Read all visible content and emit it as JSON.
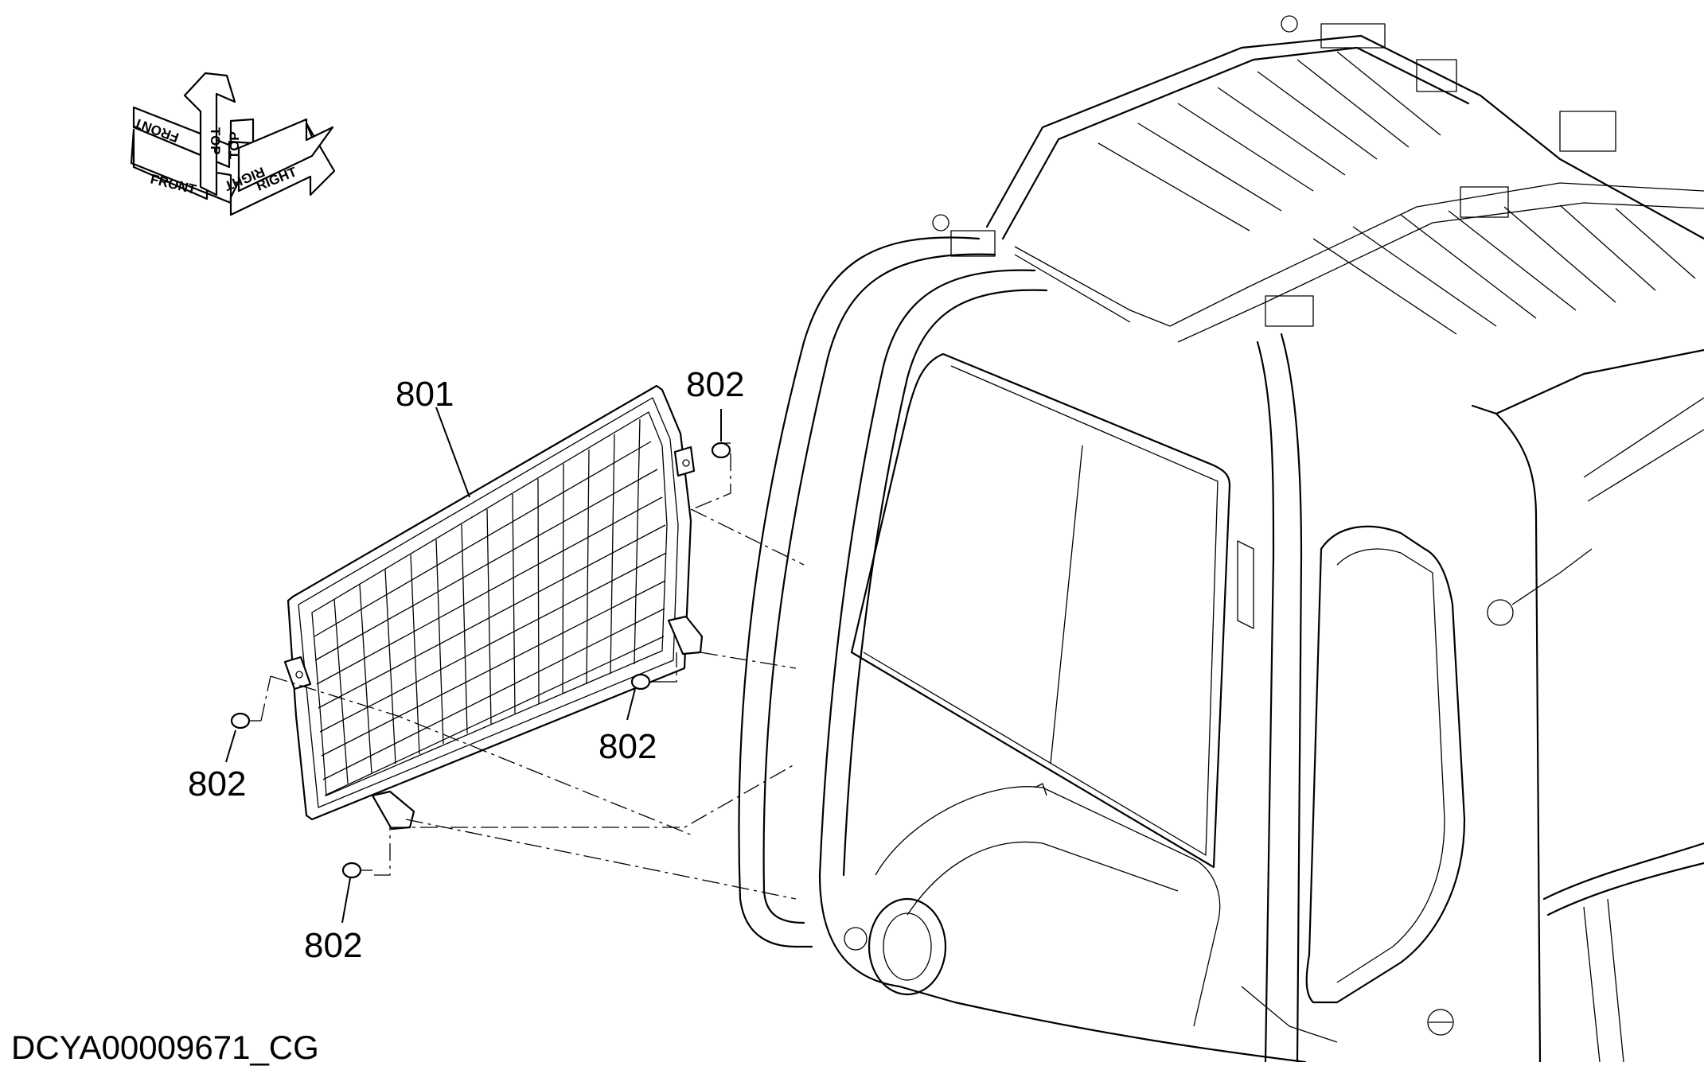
{
  "figure_code": "DCYA00009671_CG",
  "orientation": {
    "front": "FRONT",
    "top": "TOP",
    "right": "RIGHT"
  },
  "callouts": {
    "guard": "801",
    "bolt_top_right": "802",
    "bolt_left": "802",
    "bolt_middle": "802",
    "bolt_bottom": "802"
  }
}
